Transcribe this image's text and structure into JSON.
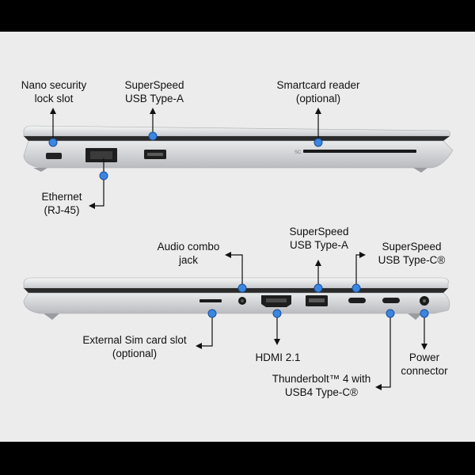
{
  "callouts": {
    "nano_lock_1": "Nano security",
    "nano_lock_2": "lock slot",
    "usb_a_top_1": "SuperSpeed",
    "usb_a_top_2": "USB Type-A",
    "smartcard_1": "Smartcard reader",
    "smartcard_2": "(optional)",
    "ethernet_1": "Ethernet",
    "ethernet_2": "(RJ-45)",
    "audio_1": "Audio combo",
    "audio_2": "jack",
    "usb_a_right_1": "SuperSpeed",
    "usb_a_right_2": "USB Type-A",
    "usb_c_1": "SuperSpeed",
    "usb_c_2": "USB Type-C®",
    "sim_1": "External Sim card slot",
    "sim_2": "(optional)",
    "hdmi": "HDMI 2.1",
    "thunderbolt_1": "Thunderbolt™ 4 with",
    "thunderbolt_2": "USB4 Type-C®",
    "power_1": "Power",
    "power_2": "connector"
  },
  "port_glyphs": {
    "smartcard": "SC"
  },
  "colors": {
    "dot": "#3a86e0",
    "line": "#111111",
    "chassis": "#d6d8da",
    "background": "#ececec"
  }
}
